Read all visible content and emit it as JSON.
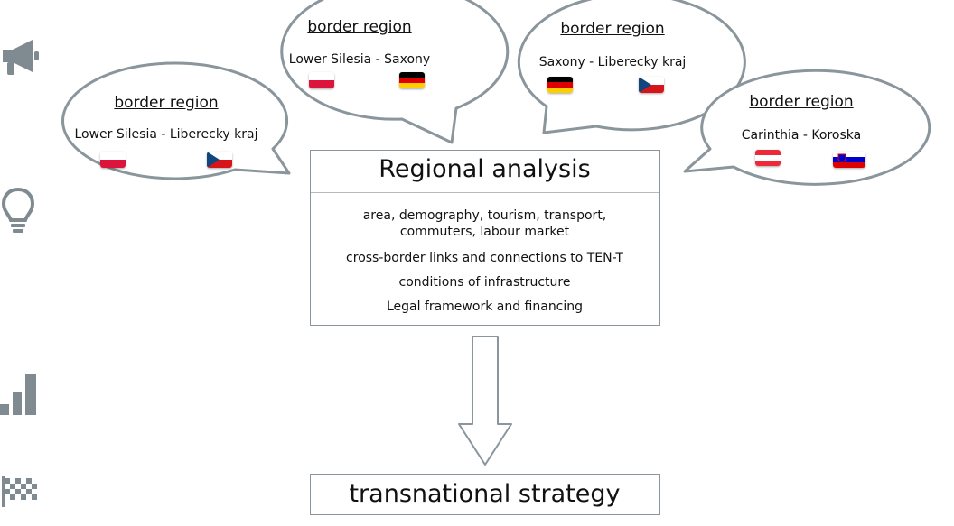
{
  "colors": {
    "outline": "#8a969c",
    "icon": "#7f8b91",
    "text": "#111111"
  },
  "sidebar": {
    "icons": [
      "megaphone-icon",
      "lightbulb-icon",
      "bar-chart-icon",
      "checkered-flag-icon"
    ]
  },
  "bubbles": [
    {
      "title": "border region",
      "region": "Lower Silesia - Liberecky kraj",
      "flags": [
        "Poland",
        "Czech Republic"
      ]
    },
    {
      "title": "border region",
      "region": "Lower Silesia - Saxony",
      "flags": [
        "Poland",
        "Germany"
      ]
    },
    {
      "title": "border region",
      "region": "Saxony - Liberecky kraj",
      "flags": [
        "Germany",
        "Czech Republic"
      ]
    },
    {
      "title": "border region",
      "region": "Carinthia - Koroska",
      "flags": [
        "Austria",
        "Slovenia"
      ]
    }
  ],
  "analysis": {
    "title": "Regional analysis",
    "items": [
      "area, demography, tourism, transport,\ncommuters, labour market",
      "cross-border links and connections to TEN-T",
      "conditions of infrastructure",
      "Legal framework and financing"
    ]
  },
  "strategy": {
    "label": "transnational strategy"
  }
}
